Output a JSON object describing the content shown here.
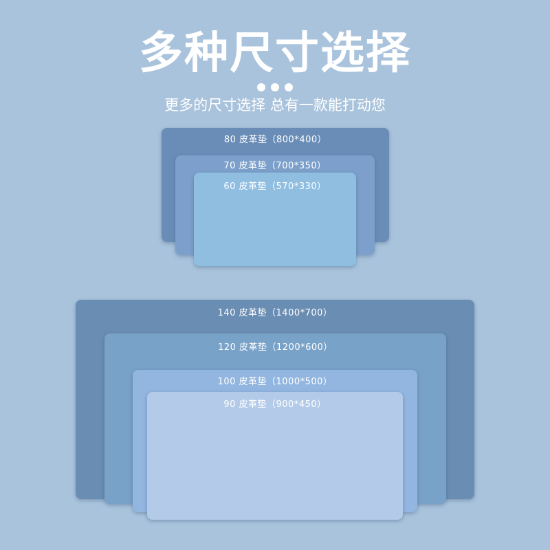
{
  "header": {
    "title": "多种尺寸选择",
    "subtitle": "更多的尺寸选择 总有一款能打动您"
  },
  "colors": {
    "background": "#a9c3dc",
    "mat_80": "#6a8db8",
    "mat_70": "#7ca0cb",
    "mat_60": "#8fbee1",
    "mat_140": "#6a8db3",
    "mat_120": "#79a2c9",
    "mat_100": "#92b6e0",
    "mat_90": "#b3cbe8"
  },
  "small_group": {
    "mat_80": {
      "label": "80 皮革垫（800*400）"
    },
    "mat_70": {
      "label": "70 皮革垫（700*350）"
    },
    "mat_60": {
      "label": "60 皮革垫（570*330）"
    }
  },
  "large_group": {
    "mat_140": {
      "label": "140 皮革垫（1400*700）"
    },
    "mat_120": {
      "label": "120 皮革垫（1200*600）"
    },
    "mat_100": {
      "label": "100 皮革垫（1000*500）"
    },
    "mat_90": {
      "label": "90 皮革垫（900*450）"
    }
  }
}
